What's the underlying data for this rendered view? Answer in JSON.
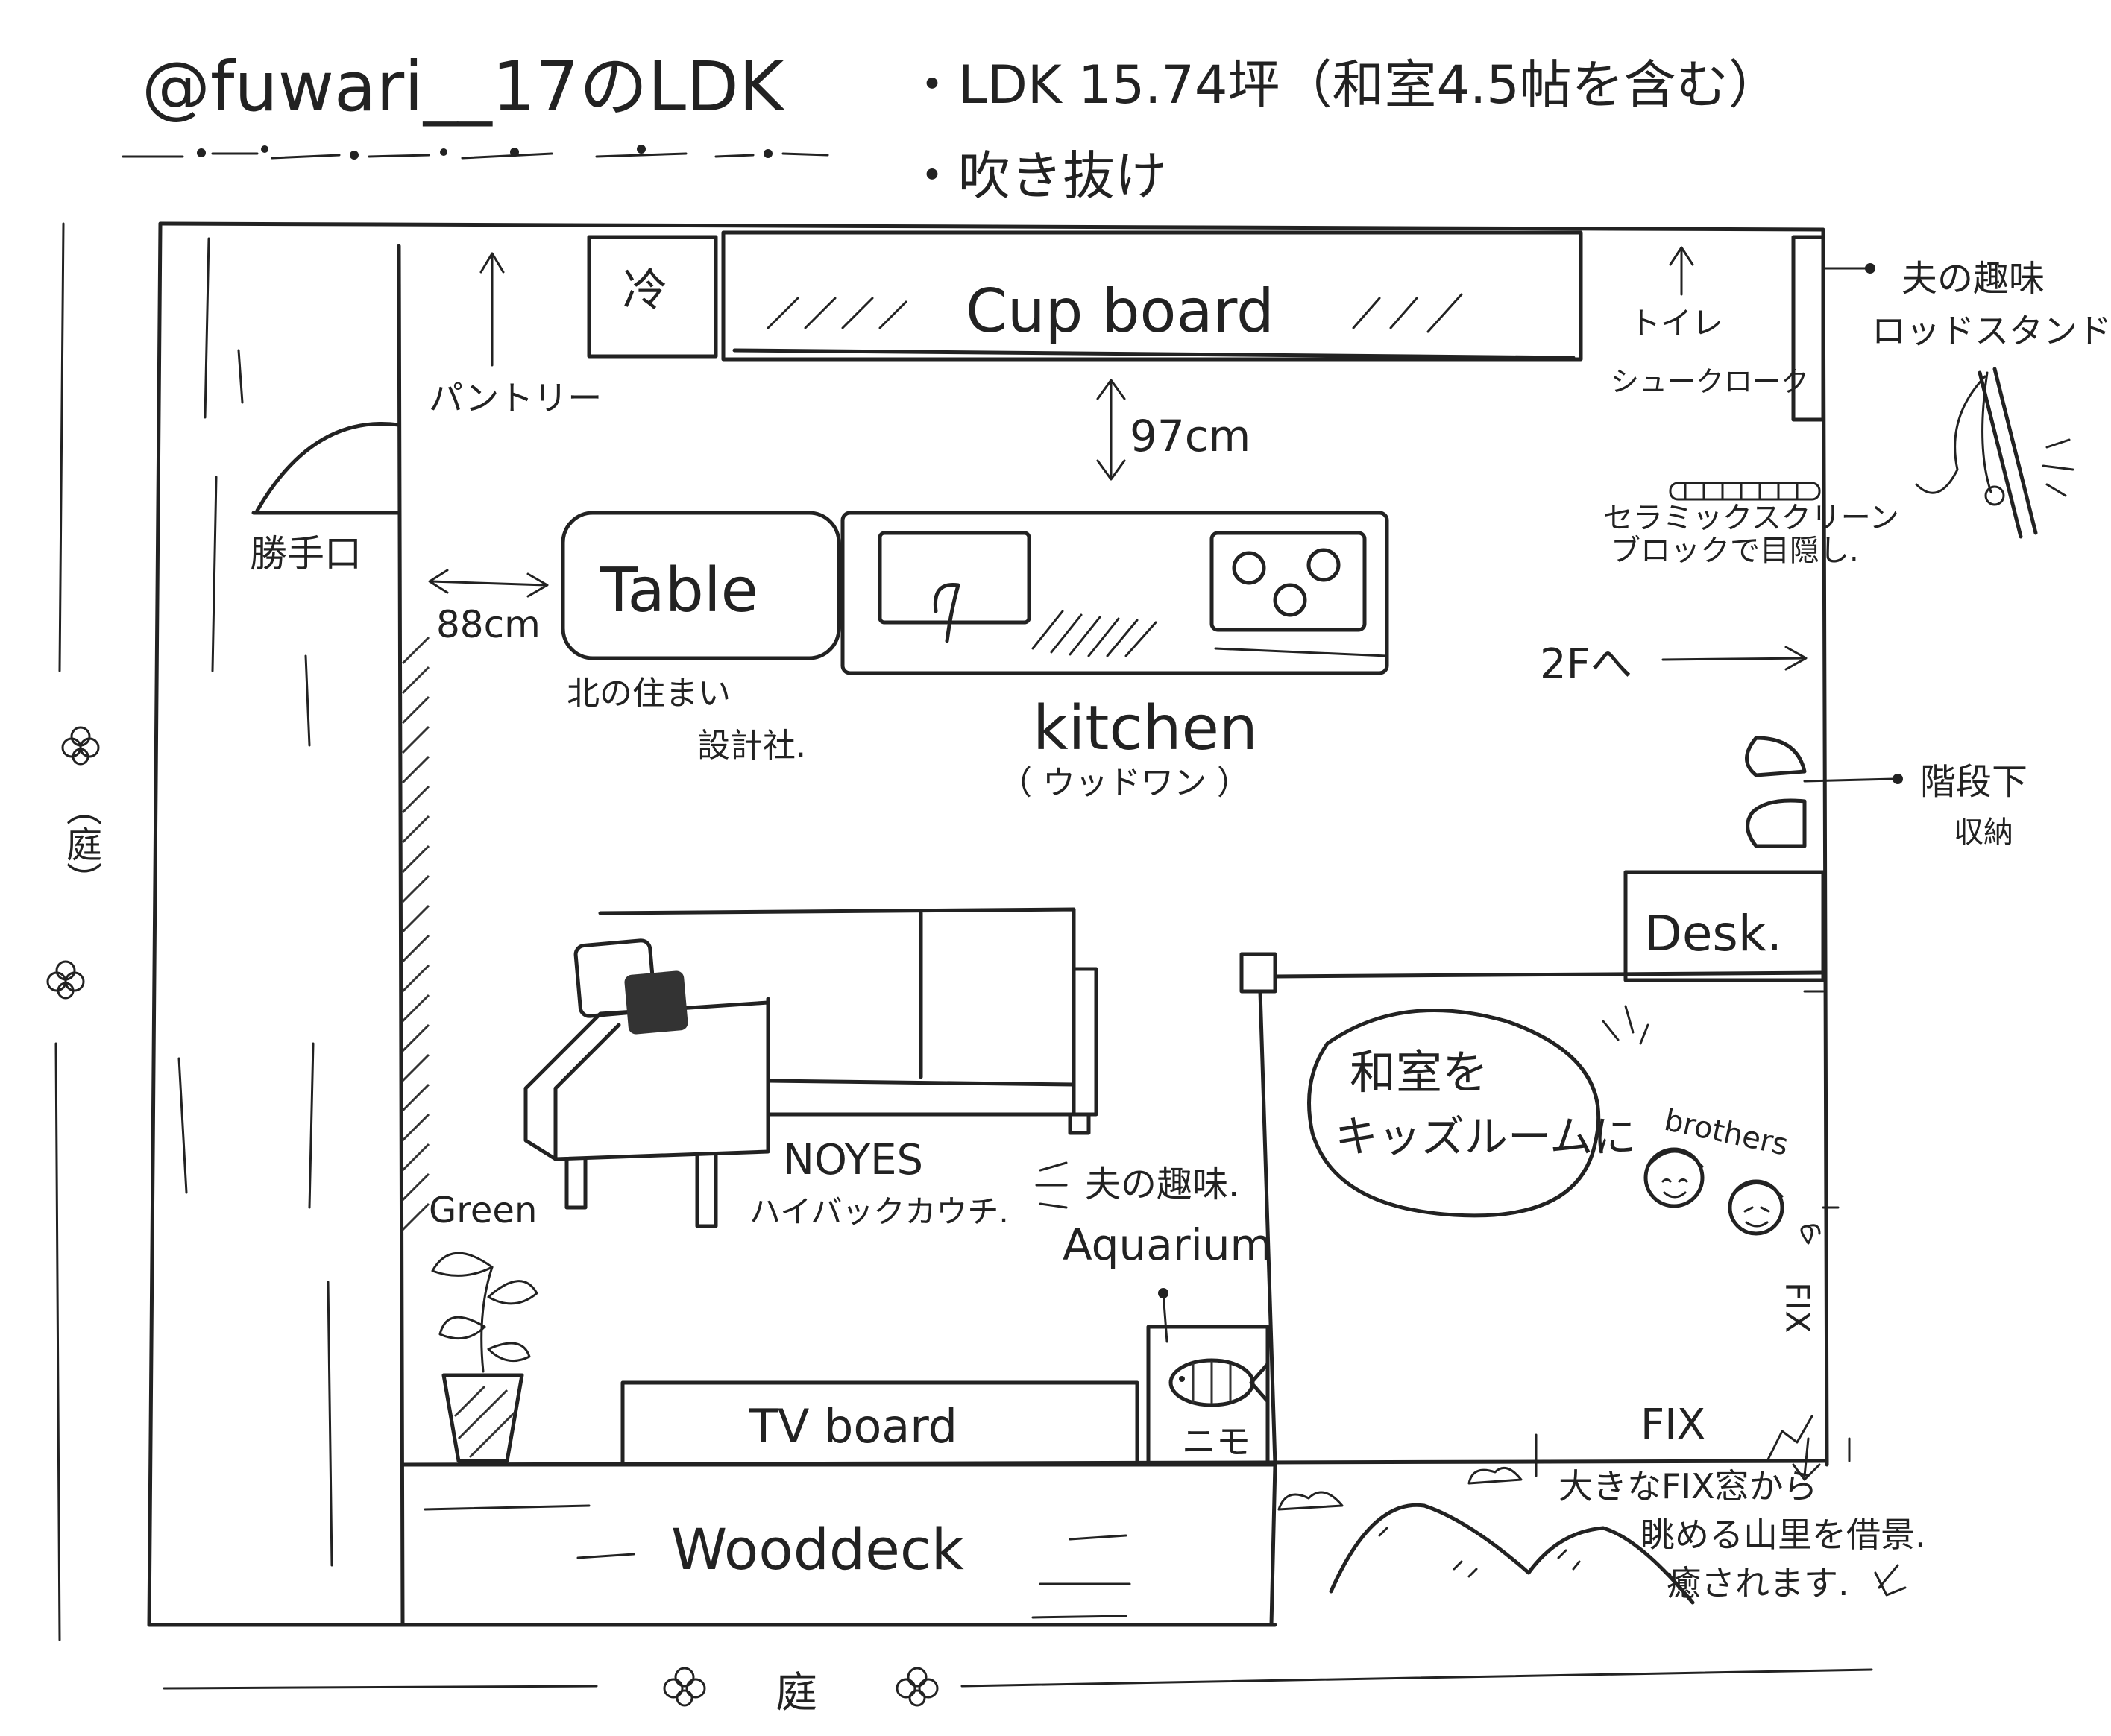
{
  "header": {
    "title": "@fuwari__17のLDK",
    "note_area": "・LDK 15.74坪（和室4.5帖を含む）",
    "note_void": "・吹き抜け"
  },
  "rooms": {
    "fridge": "冷",
    "cupboard": "Cup board",
    "pantry": "パントリー",
    "back_door": "勝手口",
    "toilet": "トイレ",
    "shoe_cloak": "シュークローク",
    "table": "Table",
    "kitchen": "kitchen",
    "kitchen_maker": "（ ウッドワン ）",
    "table_maker_1": "北の住まい",
    "table_maker_2": "設計社.",
    "desk": "Desk.",
    "tv_board": "TV board",
    "wood_deck": "Wooddeck",
    "sofa_brand": "NOYES",
    "sofa_type": "ハイバックカウチ.",
    "green": "Green",
    "aquarium_hobby": "夫の趣味.",
    "aquarium": "Aquarium",
    "nemo": "ニモ",
    "washitsu_1": "和室を",
    "washitsu_2": "キッズルームに",
    "brothers": "brothers",
    "fix_bottom": "FIX",
    "fix_side": "FIX",
    "stairs_up": "2Fへ"
  },
  "dimensions": {
    "kitchen_gap": "97cm",
    "table_gap": "88cm"
  },
  "annotations": {
    "rod_stand_1": "夫の趣味",
    "rod_stand_2": "ロッドスタンド",
    "screen_block_1": "セラミックスクリーン",
    "screen_block_2": "ブロックで目隠し.",
    "under_stairs_1": "階段下",
    "under_stairs_2": "収納",
    "view_1": "大きなFIX窓から",
    "view_2": "眺める山里を借景.",
    "view_3": "癒されます.",
    "garden_left": "（庭）",
    "garden_bottom": "庭"
  }
}
